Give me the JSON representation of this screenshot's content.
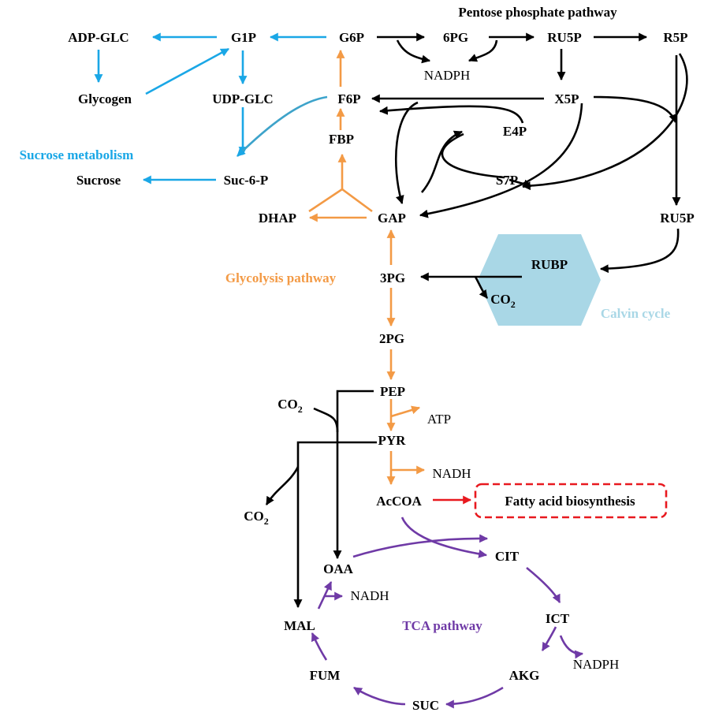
{
  "colors": {
    "pentose": "#000000",
    "sucrose": "#1aa7e6",
    "glycolysis": "#f39a45",
    "calvin": "#a9d7e6",
    "tca": "#6f3aa6",
    "fatty": "#e8191f"
  },
  "titles": {
    "pentose": "Pentose phosphate pathway",
    "sucrose": "Sucrose metabolism",
    "glycolysis": "Glycolysis pathway",
    "calvin": "Calvin cycle",
    "tca": "TCA pathway"
  },
  "nodes": {
    "adp_glc": "ADP-GLC",
    "g1p": "G1P",
    "g6p": "G6P",
    "pg6": "6PG",
    "ru5p_top": "RU5P",
    "r5p": "R5P",
    "nadph_ppp": "NADPH",
    "glycogen": "Glycogen",
    "udp_glc": "UDP-GLC",
    "f6p": "F6P",
    "x5p": "X5P",
    "e4p": "E4P",
    "fbp": "FBP",
    "s7p": "S7P",
    "sucrose": "Sucrose",
    "suc6p": "Suc-6-P",
    "dhap": "DHAP",
    "gap": "GAP",
    "ru5p_right": "RU5P",
    "rubp": "RUBP",
    "co2_calvin": "CO",
    "co2_calvin_sub": "2",
    "pg3": "3PG",
    "pg2": "2PG",
    "pep": "PEP",
    "co2_pep": "CO",
    "co2_pep_sub": "2",
    "atp": "ATP",
    "pyr": "PYR",
    "nadh_pyr": "NADH",
    "co2_mal": "CO",
    "co2_mal_sub": "2",
    "accoa": "AcCOA",
    "fatty": "Fatty acid biosynthesis",
    "cit": "CIT",
    "oaa": "OAA",
    "nadh_oaa": "NADH",
    "mal": "MAL",
    "ict": "ICT",
    "nadph_ict": "NADPH",
    "akg": "AKG",
    "fum": "FUM",
    "suc": "SUC"
  }
}
